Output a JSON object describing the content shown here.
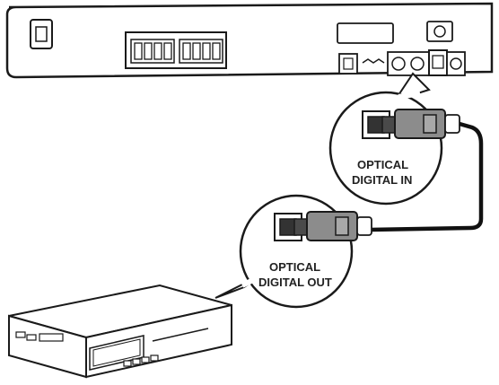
{
  "callout_top": {
    "line1": "OPTICAL",
    "line2": "DIGITAL IN"
  },
  "callout_bottom": {
    "line1": "OPTICAL",
    "line2": "DIGITAL OUT"
  },
  "colors": {
    "stroke": "#1a1a1a",
    "device_fill": "#ffffff",
    "connector_fill": "#8c8c8c",
    "connector_dark": "#4a4a4a",
    "cable": "#111111"
  },
  "icons": {
    "main_unit": "home-theater-rear-panel",
    "external_device": "cd-recorder",
    "cable": "optical-cable"
  }
}
